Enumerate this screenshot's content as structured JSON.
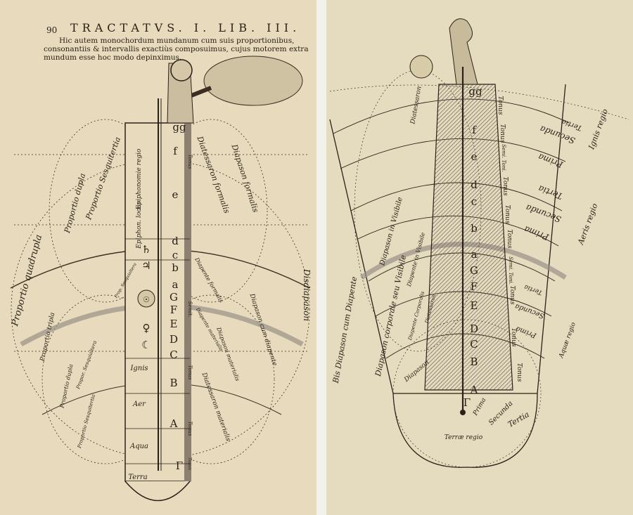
{
  "left_page": {
    "page_number": "90",
    "running_title": "TRACTATVS. I. LIB. III.",
    "caption": "Hic autem monochordum mundanum cum suis proportionibus, consonantiis & intervallis exactiùs composuimus, cujus motorem extra mundum esse hoc modo depinximus.",
    "notes": [
      "gg",
      "f",
      "e",
      "d",
      "c",
      "b",
      "a",
      "G",
      "F",
      "E",
      "D",
      "C",
      "B",
      "A",
      "Γ"
    ],
    "planet_symbols": [
      "♄",
      "♃",
      "☉",
      "♀",
      "☾"
    ],
    "regions": [
      "Ignis",
      "Aer",
      "Aqua",
      "Terra"
    ],
    "column_labels": [
      "Epiphonomie regio",
      "Epiphon. locus",
      "Tonus",
      "Semit.",
      "Tonus",
      "Tonus",
      "Tonus"
    ],
    "arc_labels": [
      "Diatessaron formalis",
      "Diapason formalis",
      "Diapente formalis",
      "Diapason cum diapente",
      "Diapason materialis",
      "Diatessaron materialis",
      "Diapente materialis",
      "Proportio Sesquitertia",
      "Proportio dupla",
      "Proportio quadrupla",
      "Proportio tripla",
      "Proportio dupla",
      "Propor. Sesquialtera",
      "Proportio Sesquitertia",
      "Disdiapason",
      "Prop. Sesquialtera"
    ]
  },
  "right_page": {
    "notes": [
      "gg",
      "f",
      "e",
      "d",
      "c",
      "b",
      "a",
      "G",
      "F",
      "E",
      "D",
      "C",
      "B",
      "A",
      "Γ"
    ],
    "interval_labels": [
      "Tonus",
      "Tonus",
      "Semi. Toni.",
      "Tonus",
      "Tonus",
      "Tonus",
      "Semi. Toni.",
      "Tonus",
      "Tonus",
      "Tonus"
    ],
    "spheres": [
      {
        "name": "Ignis regio",
        "parts": [
          "Tertia",
          "Secunda",
          "Prima"
        ]
      },
      {
        "name": "Aeris regio",
        "parts": [
          "Tertia",
          "Secunda",
          "Prima"
        ]
      },
      {
        "name": "Aquæ regio",
        "parts": [
          "Tertia",
          "Secunda",
          "Prima"
        ]
      },
      {
        "name": "Terræ regio",
        "parts": [
          "Prima",
          "Secunda",
          "Tertia"
        ]
      }
    ],
    "arc_labels": [
      "Diatessaron",
      "Diapason in Visibile",
      "Diapente in Visibile",
      "Diapason corporale seu Visibile",
      "Bis Diapason cum Diapente",
      "Diapente Corporalis",
      "Diatessaron",
      "Diapason"
    ]
  }
}
